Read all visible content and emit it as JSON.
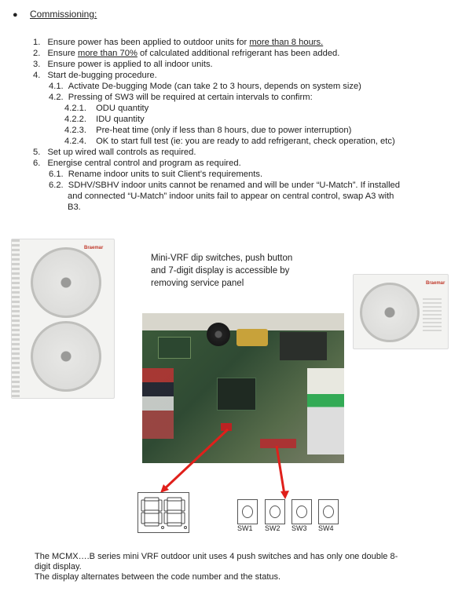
{
  "heading": "Commissioning:",
  "steps": [
    {
      "n": "1.",
      "pre": "Ensure power has been applied to outdoor units for ",
      "u": "more than 8 hours.",
      "post": ""
    },
    {
      "n": "2.",
      "pre": "Ensure ",
      "u": "more than 70%",
      "post": " of calculated additional refrigerant has been added."
    },
    {
      "n": "3.",
      "pre": "Ensure power is applied to all indoor units.",
      "u": "",
      "post": ""
    },
    {
      "n": "4.",
      "pre": "Start de-bugging procedure.",
      "u": "",
      "post": ""
    }
  ],
  "sub41": {
    "n": "4.1.",
    "text": "Activate De-bugging Mode (can take 2 to 3 hours, depends on system size)"
  },
  "sub42": {
    "n": "4.2.",
    "text": "Pressing of SW3 will be required at certain intervals to confirm:"
  },
  "sub421": {
    "n": "4.2.1.",
    "text": "ODU quantity"
  },
  "sub422": {
    "n": "4.2.2.",
    "text": "IDU quantity"
  },
  "sub423": {
    "n": "4.2.3.",
    "text": "Pre-heat time (only if less than 8 hours, due to power interruption)"
  },
  "sub424": {
    "n": "4.2.4.",
    "text": "OK to start full test (ie: you are ready to add refrigerant, check operation, etc)"
  },
  "step5": {
    "n": "5.",
    "text": "Set up wired wall controls as required."
  },
  "step6": {
    "n": "6.",
    "text": "Energise central control and program as required."
  },
  "sub61": {
    "n": "6.1.",
    "text": "Rename indoor units to suit Client’s requirements."
  },
  "sub62": {
    "n": "6.2.",
    "l1": "SDHV/SBHV indoor units cannot be renamed and will be under “U-Match”. If installed",
    "l2": "and connected “U-Match” indoor units fail to appear on central control, swap A3 with",
    "l3": "B3."
  },
  "caption": {
    "l1": "Mini-VRF dip switches, push button",
    "l2": "and 7-digit display is accessible by",
    "l3": "removing service panel"
  },
  "brand": "Braemar",
  "display_digits": "88",
  "switches": [
    "SW1",
    "SW2",
    "SW3",
    "SW4"
  ],
  "bottom": {
    "l1": "The MCMX….B series mini VRF outdoor unit uses 4 push switches and has only one double 8-",
    "l2": "digit display.",
    "l3": "The display alternates between the code number and the status."
  },
  "colors": {
    "arrow": "#e0201b",
    "pcb": "#3c5b3a"
  }
}
